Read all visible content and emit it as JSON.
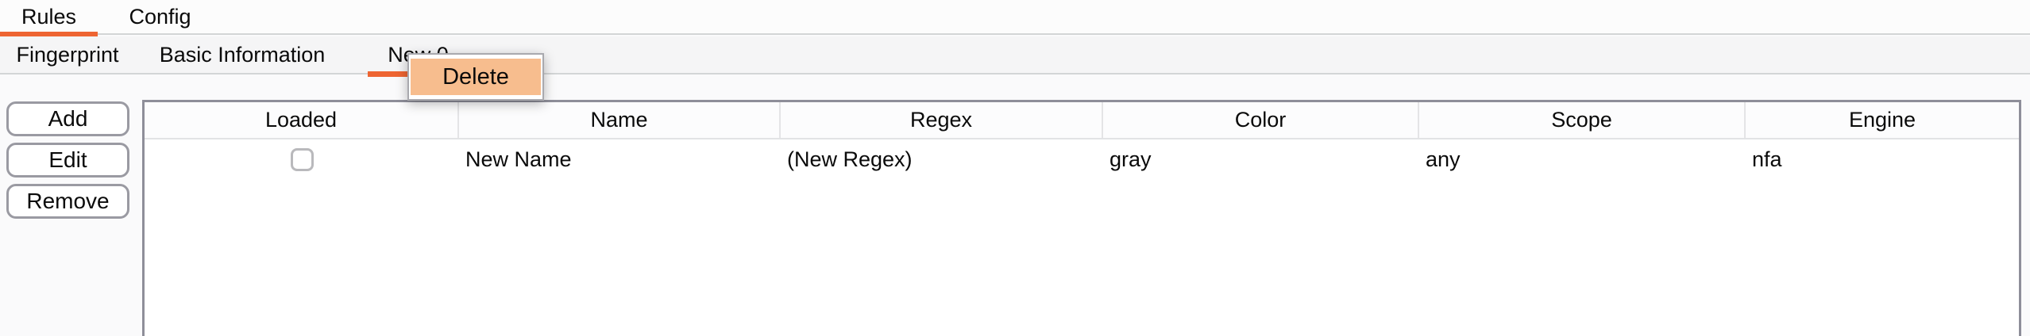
{
  "tabs_primary": [
    {
      "label": "Rules",
      "active": true
    },
    {
      "label": "Config",
      "active": false
    }
  ],
  "tabs_secondary": [
    {
      "label": "Fingerprint",
      "active": false
    },
    {
      "label": "Basic Information",
      "active": false
    },
    {
      "label": "New 0",
      "active": true
    }
  ],
  "context_menu": {
    "items": [
      {
        "label": "Delete",
        "highlighted": true
      }
    ]
  },
  "side_buttons": {
    "add": "Add",
    "edit": "Edit",
    "remove": "Remove"
  },
  "table": {
    "columns": [
      "Loaded",
      "Name",
      "Regex",
      "Color",
      "Scope",
      "Engine"
    ],
    "rows": [
      {
        "loaded_checked": false,
        "name": "New Name",
        "regex": "(New Regex)",
        "color": "gray",
        "scope": "any",
        "engine": "nfa"
      }
    ]
  },
  "colors": {
    "accent_underline": "#EE6532",
    "menu_highlight": "#F7BD8E",
    "table_border": "#8E8E99"
  }
}
